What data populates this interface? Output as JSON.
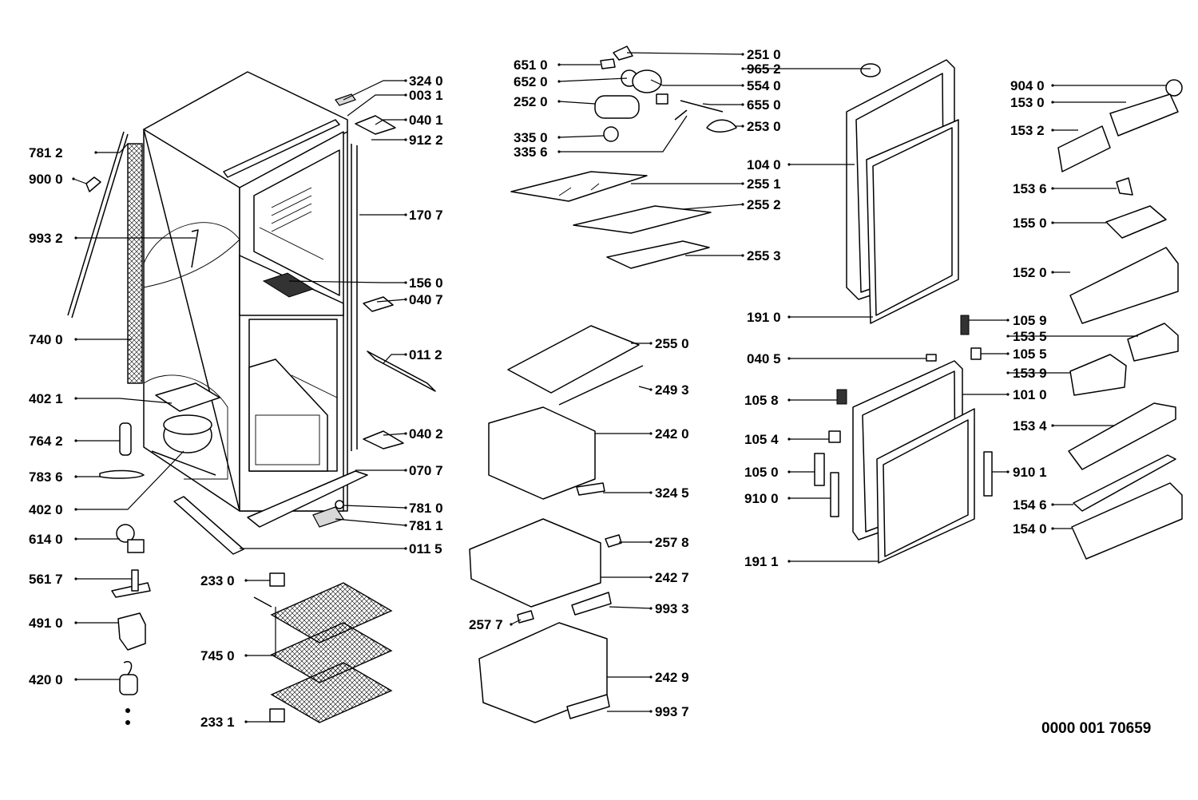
{
  "document_code": "0000 001 70659",
  "labels": [
    {
      "key": "324_0",
      "text": "324 0"
    },
    {
      "key": "003_1",
      "text": "003 1"
    },
    {
      "key": "040_1",
      "text": "040 1"
    },
    {
      "key": "912_2",
      "text": "912 2"
    },
    {
      "key": "781_2",
      "text": "781 2"
    },
    {
      "key": "900_0",
      "text": "900 0"
    },
    {
      "key": "170_7",
      "text": "170 7"
    },
    {
      "key": "993_2",
      "text": "993 2"
    },
    {
      "key": "156_0",
      "text": "156 0"
    },
    {
      "key": "040_7",
      "text": "040 7"
    },
    {
      "key": "740_0",
      "text": "740 0"
    },
    {
      "key": "011_2",
      "text": "011 2"
    },
    {
      "key": "402_1",
      "text": "402 1"
    },
    {
      "key": "040_2",
      "text": "040 2"
    },
    {
      "key": "764_2",
      "text": "764 2"
    },
    {
      "key": "070_7",
      "text": "070 7"
    },
    {
      "key": "783_6",
      "text": "783 6"
    },
    {
      "key": "402_0",
      "text": "402 0"
    },
    {
      "key": "781_0",
      "text": "781 0"
    },
    {
      "key": "781_1",
      "text": "781 1"
    },
    {
      "key": "614_0",
      "text": "614 0"
    },
    {
      "key": "011_5",
      "text": "011 5"
    },
    {
      "key": "561_7",
      "text": "561 7"
    },
    {
      "key": "233_0",
      "text": "233 0"
    },
    {
      "key": "491_0",
      "text": "491 0"
    },
    {
      "key": "745_0",
      "text": "745 0"
    },
    {
      "key": "420_0",
      "text": "420 0"
    },
    {
      "key": "233_1",
      "text": "233 1"
    },
    {
      "key": "651_0",
      "text": "651 0"
    },
    {
      "key": "652_0",
      "text": "652 0"
    },
    {
      "key": "252_0",
      "text": "252 0"
    },
    {
      "key": "335_0",
      "text": "335 0"
    },
    {
      "key": "335_6",
      "text": "335 6"
    },
    {
      "key": "251_0",
      "text": "251 0"
    },
    {
      "key": "965_2",
      "text": "965 2"
    },
    {
      "key": "554_0",
      "text": "554 0"
    },
    {
      "key": "655_0",
      "text": "655 0"
    },
    {
      "key": "253_0",
      "text": "253 0"
    },
    {
      "key": "255_1",
      "text": "255 1"
    },
    {
      "key": "255_2",
      "text": "255 2"
    },
    {
      "key": "255_3",
      "text": "255 3"
    },
    {
      "key": "255_0",
      "text": "255 0"
    },
    {
      "key": "249_3",
      "text": "249 3"
    },
    {
      "key": "242_0",
      "text": "242 0"
    },
    {
      "key": "324_5",
      "text": "324 5"
    },
    {
      "key": "257_8",
      "text": "257 8"
    },
    {
      "key": "242_7",
      "text": "242 7"
    },
    {
      "key": "993_3",
      "text": "993 3"
    },
    {
      "key": "257_7",
      "text": "257 7"
    },
    {
      "key": "242_9",
      "text": "242 9"
    },
    {
      "key": "993_7",
      "text": "993 7"
    },
    {
      "key": "104_0",
      "text": "104 0"
    },
    {
      "key": "191_0",
      "text": "191 0"
    },
    {
      "key": "040_5",
      "text": "040 5"
    },
    {
      "key": "105_8",
      "text": "105 8"
    },
    {
      "key": "105_4",
      "text": "105 4"
    },
    {
      "key": "105_0",
      "text": "105 0"
    },
    {
      "key": "910_0",
      "text": "910 0"
    },
    {
      "key": "191_1",
      "text": "191 1"
    },
    {
      "key": "101_0",
      "text": "101 0"
    },
    {
      "key": "910_1",
      "text": "910 1"
    },
    {
      "key": "904_0",
      "text": "904 0"
    },
    {
      "key": "153_0",
      "text": "153 0"
    },
    {
      "key": "153_2",
      "text": "153 2"
    },
    {
      "key": "153_6",
      "text": "153 6"
    },
    {
      "key": "155_0",
      "text": "155 0"
    },
    {
      "key": "152_0",
      "text": "152 0"
    },
    {
      "key": "105_9",
      "text": "105 9"
    },
    {
      "key": "153_5",
      "text": "153 5"
    },
    {
      "key": "105_5",
      "text": "105 5"
    },
    {
      "key": "153_9",
      "text": "153 9"
    },
    {
      "key": "153_4",
      "text": "153 4"
    },
    {
      "key": "154_6",
      "text": "154 6"
    },
    {
      "key": "154_0",
      "text": "154 0"
    }
  ]
}
